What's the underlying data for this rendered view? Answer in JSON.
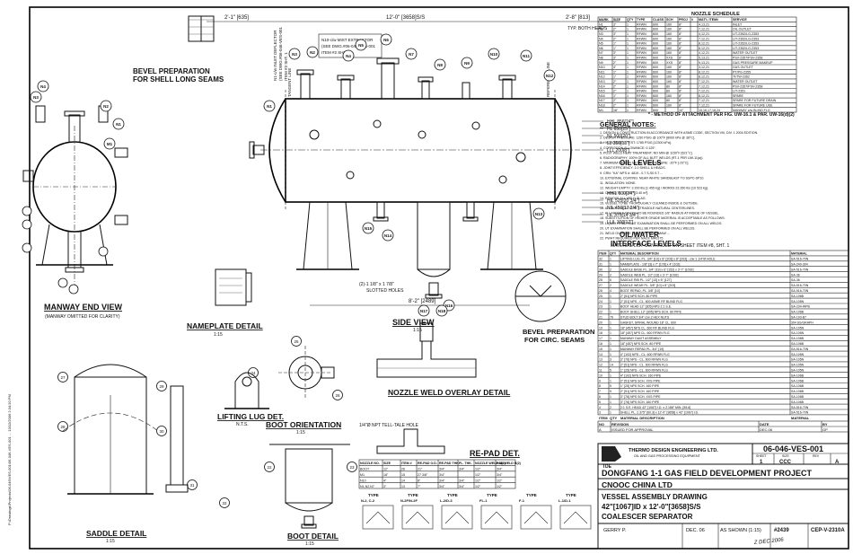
{
  "margin_text": "P:\\Drawings\\Projects\\06-046\\VES-001\\06-046-VES-001 ... 13/12/2006 2:34:20 PM",
  "views": {
    "manway_end": {
      "title": "MANWAY END VIEW",
      "note": "(MANWAY OMITTED FOR CLARITY)"
    },
    "side": {
      "title": "SIDE VIEW",
      "scale": "1:15"
    },
    "nameplate": {
      "title": "NAMEPLATE DETAIL",
      "scale": "1:15"
    },
    "lifting_lug": {
      "title": "LIFTING LUG DET.",
      "scale": "N.T.S."
    },
    "boot_orientation": {
      "title": "BOOT ORIENTATION",
      "scale": "1:15"
    },
    "saddle": {
      "title": "SADDLE DETAIL",
      "scale": "1:15"
    },
    "boot": {
      "title": "BOOT DETAIL",
      "scale": "1:15"
    },
    "nozzle_weld": {
      "title": "NOZZLE WELD OVERLAY DETAIL"
    },
    "repad": {
      "title": "RE-PAD DET."
    },
    "bevel_long": {
      "title": "BEVEL PREPARATION",
      "sub": "FOR SHELL LONG SEAMS"
    },
    "bevel_circ": {
      "title": "BEVEL PREPARATION",
      "sub": "FOR CIRC. SEAMS"
    },
    "oil_levels": {
      "title": "OIL LEVELS",
      "levels": [
        "HHL 856[24\"]",
        "HL 650[25\"]",
        "NL 500[20\"]",
        "LL 350[13\"]",
        "LLL 200[8\"]"
      ]
    },
    "interface_levels": {
      "title": "OIL/WATER",
      "sub": "INTERFACE LEVELS",
      "levels": [
        "HHIL 600[24\"]",
        "HIL 525[20 3/4\"]",
        "NIL 450[17 3/4\"]",
        "LIL 375[14 3/4\"]",
        "LLIL 300[12\"]"
      ]
    },
    "side_dims": {
      "overall": "12'-0\" [3658]S/S",
      "left": "2'-1\" [635]",
      "right": "2'-8\" [813]",
      "saddle_span": "8'-2\" [2489]",
      "slot": "(2)-1 1/8\" x 1 7/8\"",
      "slot_note": "SLOTTED HOLES",
      "extractor": "N10-c/w MIST EXTRACTOR",
      "extractor_ref": "(SEE DWG.#06-046-VES-001",
      "extractor_item": "ITEM #2 SHT. 1",
      "inlet": "N1-c/w INLET DEFLECTOR",
      "inlet_ref": "(SEE DWG.#06-046-VES-001",
      "inlet_item": "ITEM #3 SHT. 1",
      "tl_left": "TANGENT LINE",
      "tl_right": "REFERENCE LINE",
      "both_heads": "TYP. BOTH HEADS"
    }
  },
  "nozzle_schedule": {
    "title": "NOZZLE SCHEDULE",
    "headers": [
      "MARK",
      "SIZE",
      "QTY",
      "TYPE",
      "CLASS",
      "SCH",
      "PROJ",
      "#",
      "MAT'L ITEM#",
      "SERVICE"
    ],
    "rows": [
      [
        "N1",
        "3\"",
        "1",
        "RFWN",
        "600",
        "160",
        "8\"",
        "",
        "4,13,21",
        "INLET"
      ],
      [
        "N2",
        "2\"",
        "1",
        "RFWN",
        "600",
        "160",
        "8\"",
        "",
        "7,12,21",
        "OIL OUTLET"
      ],
      [
        "N3",
        "3\"",
        "1",
        "RFWN",
        "600",
        "160",
        "8\"",
        "",
        "4,12,21",
        "LIT-2352/LG-2353"
      ],
      [
        "N4",
        "2\"",
        "1",
        "RFWN",
        "600",
        "160",
        "8\"",
        "",
        "7,12,21",
        "LIT-2352/LG-2353"
      ],
      [
        "N5",
        "1\"",
        "1",
        "RFWN",
        "600",
        "160",
        "8\"",
        "",
        "8,12,21",
        "LIT-2352/LG-2353"
      ],
      [
        "N6",
        "1\"",
        "1",
        "RFWN",
        "600",
        "160",
        "8\"",
        "",
        "8,12,21",
        "LIT-2352/LG-2353"
      ],
      [
        "N7",
        "3\"",
        "1",
        "RFWN",
        "600",
        "160",
        "8\"",
        "",
        "4,12,21",
        "WATER OUTLET"
      ],
      [
        "N8",
        "3\"",
        "1",
        "RFWN",
        "600",
        "XXS",
        "8\"",
        "",
        "5,13,21",
        "PSV-2357/PSV-2358"
      ],
      [
        "N9",
        "2\"",
        "1",
        "RFWN",
        "600",
        "XXS",
        "8\"",
        "",
        "9,13,21",
        "GAS PRESSURE MAKEUP"
      ],
      [
        "N10",
        "4\"",
        "1",
        "RFWN",
        "600",
        "160",
        "8\"",
        "",
        "3,12,21",
        "GAS OUTLET"
      ],
      [
        "N11",
        "1\"",
        "1",
        "RFWN",
        "600",
        "160",
        "8\"",
        "",
        "8,12,21",
        "PT/PG-2355"
      ],
      [
        "N12",
        "1\"",
        "1",
        "RFWN",
        "600",
        "160",
        "8\"",
        "",
        "8,12,21",
        "TI/TW-2362"
      ],
      [
        "N13",
        "2\"",
        "1",
        "RFWN",
        "600",
        "160",
        "8\"",
        "",
        "7,12,21",
        "WATER OUTLET"
      ],
      [
        "N14",
        "2\"",
        "1",
        "RFWN",
        "600",
        "80",
        "8\"",
        "",
        "7,12,21",
        "PSV-2357/PSV-2358"
      ],
      [
        "N15",
        "2\"",
        "1",
        "RFWN",
        "600",
        "80",
        "8\"",
        "",
        "7,12,21",
        "LIT-2351"
      ],
      [
        "N16",
        "1\"",
        "1",
        "RFWN",
        "600",
        "160",
        "8\"",
        "",
        "8,12,21",
        "SPARE"
      ],
      [
        "N17",
        "2\"",
        "1",
        "RFWN",
        "600",
        "80",
        "8\"",
        "",
        "7,12,21",
        "SPARE FOR FUTURE DRAIN"
      ],
      [
        "N18",
        "2\"",
        "1",
        "RFWN",
        "600",
        "160",
        "8\"",
        "",
        "7,12,21",
        "SPARE FOR FUTURE USE"
      ],
      [
        "M1",
        "18\"",
        "1",
        "RFWN",
        "600",
        "",
        "10\"",
        "",
        "15,16,17,18,24",
        "MANWAY c/w BLIND FLG"
      ]
    ],
    "footnote": "* - METHOD OF ATTACHMENT PER FIG. UW-16.1 & PAR. UW-16(d)(2)"
  },
  "general_notes": {
    "title": "GENERAL NOTES:",
    "items": [
      "1. DESIGN & CONSTRUCTION IN ACCORDANCE WITH ASME CODE, SECTION VIII, DIV. 1 2004 EDITION.",
      "2. DESIGN PRESSURE: 1150 PSIG @ 100°F [8000 kPa @ 38°C].",
      "3. HYDROSTATIC TEST: 1785 PSIG [12300 kPa].",
      "4. CORROSION ALLOWANCE: 0.125\".",
      "5. POST WELD HEAT TREATMENT: NO MIN @ 1150°F [621°C].",
      "6. RADIOGRAPHY: 100% OF ALL BUTT WELDS (RT-1 PER UW-11(a)).",
      "7. MINIMUM DESIGN METAL TEMPERATURE: -20°F [-29°C].",
      "8. JOINT EFFICIENCY: 1.0 SHELL & HEADS.",
      "9. CRN: \"KA\" WFS #: 4819 - 0.7 S-S0 0.7 ...",
      "10. EXTERNAL COATING: NEAR WHITE SANDBLAST TO SSPC-SP10.",
      "11. INSULATION: NONE.",
      "12. WEIGHT EMPTY: 3 200 lbs [1 455 kg] / WORKS 23 350 lbs [10 523 kg].",
      "13. CAPACITY: 120 FT³ [3.40 m³].",
      "14. REMOVE ALL WELD SLAG.",
      "15. VESSEL TO BE THOROUGHLY CLEANED INSIDE & OUTSIDE.",
      "16. ALL BOLT HOLES TO STRADDLE NATURAL CENTERLINES.",
      "17. ALL NOZZLE NECKS TO BE ROUNDED 1/8\" RADIUS AT INSIDE OF VESSEL.",
      "18. SUBSTITUTION OF HIGHER GRADE MATERIAL IS ACCEPTABLE AS FOLLOWS:",
      "19. LIQUID PENETRANT EXAMINATION SHALL BE PERFORMED ON ALL WELDS.",
      "20. UT EXAMINATION SHALL BE PERFORMED ON ALL WELDS.",
      "21. WELD OVERLAY: 2 LAYERS 309L/SMAW ...",
      "22. PWHT REQUIRED PER NACE MR0175."
    ],
    "material_list_note": "MATERIAL LIST CONTINUED ON SHEET ITEM #8, SHT. 1"
  },
  "material_list": {
    "headers": [
      "ITEM",
      "QTY",
      "MATERIAL DESCRIPTION",
      "MATERIAL"
    ],
    "rows": [
      [
        "32",
        "1",
        "LIFTING LUG, PL. 3/4\" [19] x 8\" [203] x 8\" [203] - c/w 1 1/4\"Ø HOLE",
        "SA-516-70N"
      ],
      [
        "31",
        "1",
        "NAMEPLATE - 1/8\" [3] x 7\" [178] x 4\" [102]",
        "SA-240-304"
      ],
      [
        "30",
        "2",
        "SADDLE BASE PL. 3/4\" [19] x 6\" [152] x 3'-7\" [1092]",
        "SA-516-70N"
      ],
      [
        "29",
        "2",
        "SADDLE WEB PL. 1/2\" [13] x 3'-7\" [1092]",
        "SA-36"
      ],
      [
        "28",
        "6",
        "SADDLE RIB PL. 1/2\" [13] x 5\" [127]",
        "SA-36"
      ],
      [
        "27",
        "2",
        "SADDLE WEAR PL. 3/8\" [10] x 8\" [203]",
        "SA-516-70N"
      ],
      [
        "26",
        "4",
        "BOOT REPAD, PL. 3/8\" [10]",
        "SA-516-70N"
      ],
      [
        "25",
        "1",
        "2\" [51] NPS SCH. 80 PIPE",
        "SA-106B"
      ],
      [
        "24",
        "1",
        "2\" [51] NPS - CL. 600 ASME RF BLIND FLG",
        "SA-105N"
      ],
      [
        "23",
        "1",
        "BOOT HEAD 12\" [305] NPS 2:1 S.E.",
        "SA-234-WPB"
      ],
      [
        "22",
        "1",
        "BOOT SHELL 12\" [305] NPS SCH. 80 PIPE",
        "SA-106B"
      ],
      [
        "21",
        "76",
        "STUD BOLT 3/4\" c/w 2 HEX NUTS",
        "SA-193-B7"
      ],
      [
        "20",
        "1",
        "GASKET, SPIRAL WOUND 18\" CL. 600",
        "304 SS/GRAPH"
      ],
      [
        "19",
        "1",
        "18\" [457] NPS CL. 600 RF BLIND FLG",
        "SA-105N"
      ],
      [
        "18",
        "1",
        "18\" [457] NPS CL. 600 RFWN FLG",
        "SA-105N"
      ],
      [
        "17",
        "1",
        "MANWAY DAVIT ASSEMBLY",
        "SA-106B"
      ],
      [
        "16",
        "1",
        "18\" [457] NPS SCH. 80 PIPE",
        "SA-106B"
      ],
      [
        "15",
        "1",
        "MANWAY REPAD PL. 3/4\" [19]",
        "SA-516-70N"
      ],
      [
        "14",
        "1",
        "4\" [102] NPS - CL. 600 RFWN FLG",
        "SA-105N"
      ],
      [
        "13",
        "3",
        "3\" [76] NPS - CL. 600 RFWN FLG",
        "SA-105N"
      ],
      [
        "12",
        "14",
        "2\" [51] NPS - CL. 600 RFWN FLG",
        "SA-105N"
      ],
      [
        "11",
        "5",
        "1\" [25] NPS - CL. 600 RFWN FLG",
        "SA-105N"
      ],
      [
        "10",
        "1",
        "4\" [102] NPS SCH. 160 PIPE",
        "SA-106B"
      ],
      [
        "9",
        "1",
        "2\" [51] NPS SCH. XXS PIPE",
        "SA-106B"
      ],
      [
        "8",
        "5",
        "1\" [25] NPS SCH. 160 PIPE",
        "SA-106B"
      ],
      [
        "7",
        "9",
        "2\" [51] NPS SCH. 160 PIPE",
        "SA-106B"
      ],
      [
        "6",
        "1",
        "3\" [76] NPS SCH. XXS PIPE",
        "SA-106B"
      ],
      [
        "5",
        "1",
        "3\" [76] NPS SCH. 160 PIPE",
        "SA-106B"
      ],
      [
        "4",
        "2",
        "2:1 S.E. HEAD 42\" [1067] I.D. x 2.188\" MIN. [55.6]",
        "SA-516-70N"
      ],
      [
        "3",
        "1",
        "SHELL PL. 2.375\" [60.3] x 12'-0\" [3658] x 42\" [1067] I.D.",
        "SA-516-70N"
      ]
    ]
  },
  "revisions": {
    "headers": [
      "NO",
      "REVISION",
      "DATE",
      "BY"
    ],
    "rows": [
      [
        "A",
        "ISSUED FOR APPROVAL",
        "DEC.06",
        "GP"
      ]
    ]
  },
  "repad_table": {
    "headers": [
      "NOZZLE NO.",
      "SIZE",
      "ITEM #",
      "RE-PAD O.D.",
      "RE-PAD THK.",
      "FL. THK.",
      "NOZZLE WELD A(1)",
      "PAD WELD B(2)"
    ],
    "rows": [
      [
        "BOOT",
        "12\"",
        "26",
        "21\"",
        "3/4\"",
        "3/4\"",
        "1/2\"",
        "3/4\""
      ],
      [
        "M1",
        "18\"",
        "15",
        "27 3/8\"",
        "3/4\"",
        "",
        "1/2\"",
        "3/4\""
      ],
      [
        "N10",
        "4\"",
        "14",
        "8\"",
        "3/4\"",
        "3/4\"",
        "1/2\"",
        "1/2\""
      ],
      [
        "N1,N2,N7",
        "3\"",
        "13",
        "7\"",
        "3/4\"",
        "3/4\"",
        "1/2\"",
        "1/2\""
      ]
    ],
    "note": "1/4\"Ø NPT TELL-TALE HOLE"
  },
  "weld_types": [
    {
      "title": "TYPE",
      "sub": "N-2, C-2"
    },
    {
      "title": "TYPE",
      "sub": "N-2F/N-2F"
    },
    {
      "title": "TYPE",
      "sub": "L-2/D-3"
    },
    {
      "title": "TYPE",
      "sub": "FL-1"
    },
    {
      "title": "TYPE",
      "sub": "F-1"
    },
    {
      "title": "TYPE",
      "sub": "L-1/D-1"
    }
  ],
  "title_block": {
    "company": "THERMO DESIGN ENGINEERING LTD.",
    "company_line2": "OIL AND GAS PROCESSING EQUIPMENT",
    "logo": "TDE",
    "dwg_no": "06-046-VES-001",
    "sheet": "1",
    "size": "CCC",
    "rev": "A",
    "project": "DONGFANG 1-1 GAS FIELD DEVELOPMENT PROJECT",
    "client": "CNOOC CHINA LTD",
    "title1": "VESSEL ASSEMBLY DRAWING",
    "title2": "42\"[1067]ID x 12'-0\"[3658]S/S",
    "title3": "COALESCER SEPARATOR",
    "drawn": "GERRY P.",
    "date": "DEC. 06",
    "scale": "AS SHOWN (1:15)",
    "job": "#2439",
    "cep": "CEP-V-2310A",
    "signature": "Z DEC 2006",
    "hdr_sheet": "SHEET",
    "hdr_size": "SIZE",
    "hdr_rev": "REV"
  },
  "tags": [
    "N1",
    "N2",
    "N3",
    "N4",
    "N5",
    "N6",
    "N7",
    "N8",
    "N9",
    "N10",
    "N11",
    "N12",
    "N13",
    "N14",
    "N15",
    "N16",
    "N17",
    "N18",
    "M1"
  ],
  "items_labels": [
    "27",
    "28",
    "29",
    "30",
    "31",
    "32",
    "22",
    "23",
    "24",
    "25",
    "26"
  ]
}
